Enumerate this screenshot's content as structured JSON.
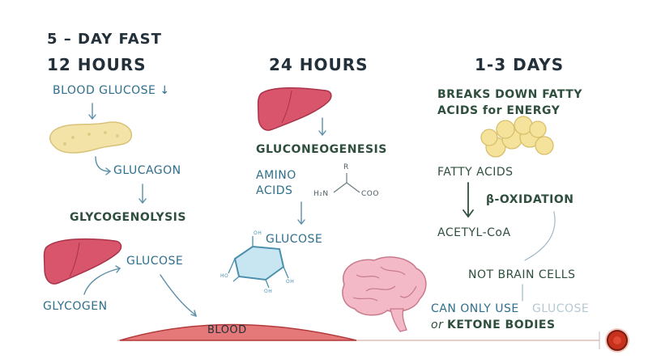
{
  "title": "5 – DAY FAST",
  "columns": {
    "col1": {
      "heading": "12 HOURS",
      "blood_glucose": "BLOOD GLUCOSE ↓",
      "glucagon": "GLUCAGON",
      "glycogenolysis": "GLYCOGENOLYSIS",
      "glucose": "GLUCOSE",
      "glycogen": "GLYCOGEN",
      "blood": "BLOOD"
    },
    "col2": {
      "heading": "24 HOURS",
      "gluconeogenesis": "GLUCONEOGENESIS",
      "amino": "AMINO",
      "acids": "ACIDS",
      "glucose": "GLUCOSE",
      "amino_acid_structure": {
        "r": "R",
        "h2n": "H₂N",
        "coo": "COO"
      },
      "ring_labels": {
        "oh_top": "OH",
        "ho_left": "HO",
        "oh_bottom": "OH",
        "oh_right": "OH"
      }
    },
    "col3": {
      "heading": "1-3 DAYS",
      "breaks_down_line1": "BREAKS DOWN FATTY",
      "breaks_down_line2": "ACIDS for ENERGY",
      "fatty_acids": "FATTY ACIDS",
      "beta_oxidation": "β-OXIDATION",
      "acetyl_coa": "ACETYL-CoA",
      "not_brain_cells": "NOT BRAIN CELLS",
      "can_only_use": "CAN ONLY USE",
      "glucose_faded": "GLUCOSE",
      "or": "or",
      "ketone_bodies": "KETONE BODIES"
    }
  },
  "colors": {
    "liver": "#d9556b",
    "pancreas": "#f3e3a6",
    "fat": "#f5e39c",
    "brain": "#f4b9c6",
    "blood": "#e57878",
    "nav": "#c8311c"
  },
  "icons": [
    "liver-icon",
    "pancreas-icon",
    "fat-cells-icon",
    "brain-icon",
    "glucose-ring-icon",
    "next-slide-button"
  ]
}
